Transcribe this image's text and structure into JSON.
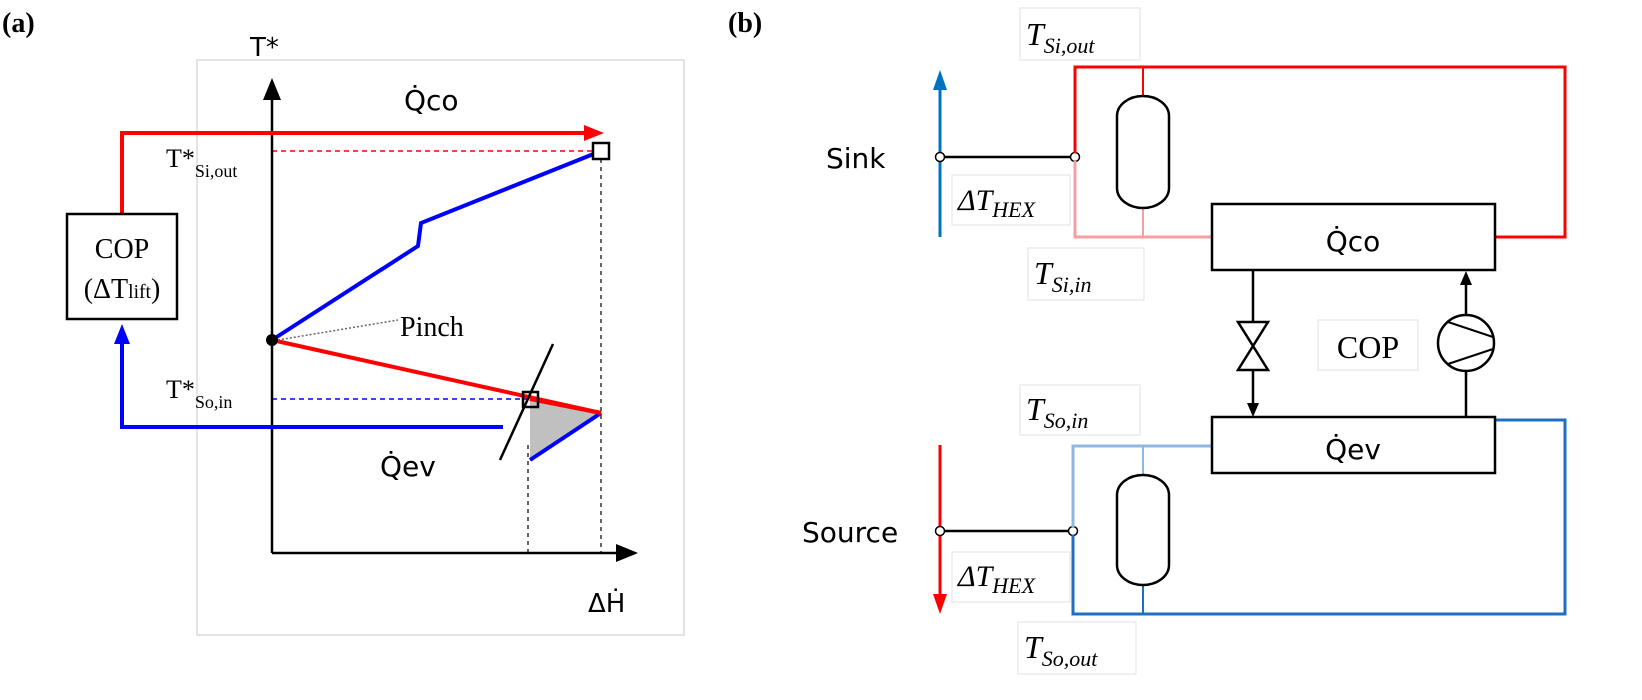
{
  "panel_a": {
    "label": "(a)",
    "y_axis_label": "T*",
    "x_axis_label": "ΔḢ",
    "condenser_duty": "Q̇co",
    "evaporator_duty": "Q̇ev",
    "sink_outlet_temp": {
      "main": "T*",
      "sub": "Si,out"
    },
    "source_inlet_temp": {
      "main": "T*",
      "sub": "So,in"
    },
    "pinch_label": "Pinch",
    "cop_box": {
      "line1": "COP",
      "line2_main": "(ΔT",
      "line2_sub": "lift",
      "line2_end": ")"
    }
  },
  "panel_b": {
    "label": "(b)",
    "sink_label": "Sink",
    "source_label": "Source",
    "sink_outlet": {
      "main": "T",
      "sub": "Si,out"
    },
    "sink_inlet": {
      "main": "T",
      "sub": "Si,in"
    },
    "source_inlet": {
      "main": "T",
      "sub": "So,in"
    },
    "source_outlet": {
      "main": "T",
      "sub": "So,out"
    },
    "dt_hex_sink": {
      "main": "ΔT",
      "sub": "HEX"
    },
    "dt_hex_source": {
      "main": "ΔT",
      "sub": "HEX"
    },
    "condenser_label": "Q̇co",
    "evaporator_label": "Q̇ev",
    "cop_label": "COP"
  },
  "colors": {
    "hot": "#ff0000",
    "hot_light": "#f4a0a0",
    "cold": "#0000ff",
    "cold_b": "#1f6fc0",
    "cold_light": "#8fb8e0",
    "stream_blue": "#0070c0",
    "shade": "#c0c0c0"
  }
}
